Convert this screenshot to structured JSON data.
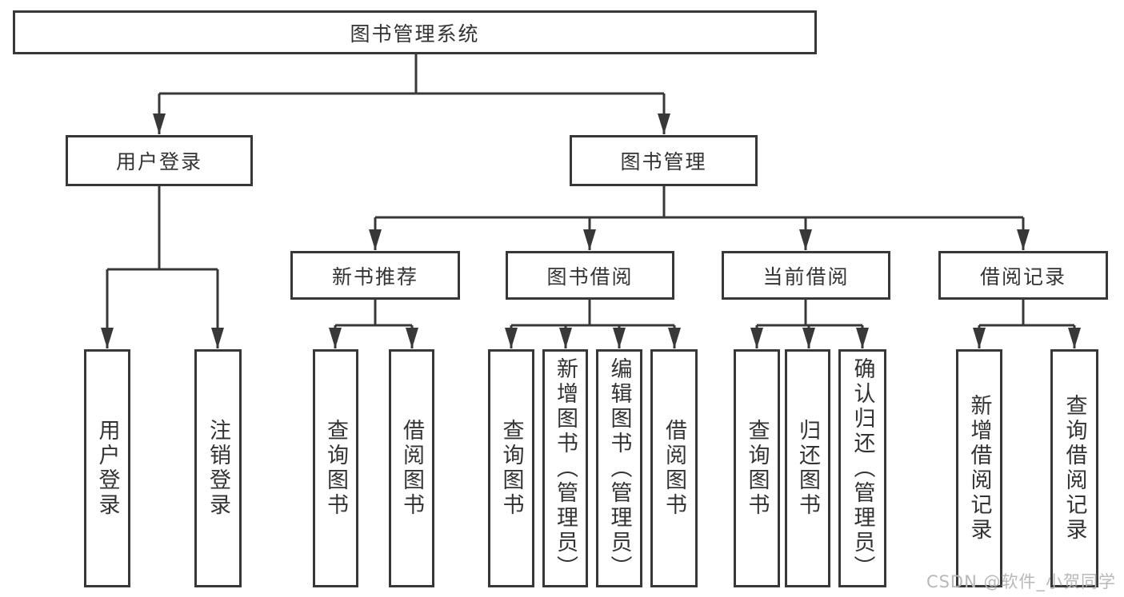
{
  "page": {
    "background": "#ffffff",
    "line_color": "#333333",
    "watermark": {
      "text": "CSDN @软件_小贺同学",
      "color": "#b8b8b8"
    }
  },
  "tree": {
    "root": {
      "label": "图书管理系统"
    },
    "level2": [
      {
        "label": "用户登录",
        "children": [
          {
            "label": "用户登录"
          },
          {
            "label": "注销登录"
          }
        ]
      },
      {
        "label": "图书管理",
        "children": [
          {
            "label": "新书推荐",
            "children": [
              {
                "label": "查询图书"
              },
              {
                "label": "借阅图书"
              }
            ]
          },
          {
            "label": "图书借阅",
            "children": [
              {
                "label": "查询图书"
              },
              {
                "label": "新增图书（管理员）"
              },
              {
                "label": "编辑图书（管理员）"
              },
              {
                "label": "借阅图书"
              }
            ]
          },
          {
            "label": "当前借阅",
            "children": [
              {
                "label": "查询图书"
              },
              {
                "label": "归还图书"
              },
              {
                "label": "确认归还（管理员）"
              }
            ]
          },
          {
            "label": "借阅记录",
            "children": [
              {
                "label": "新增借阅记录"
              },
              {
                "label": "查询借阅记录"
              }
            ]
          }
        ]
      }
    ]
  }
}
